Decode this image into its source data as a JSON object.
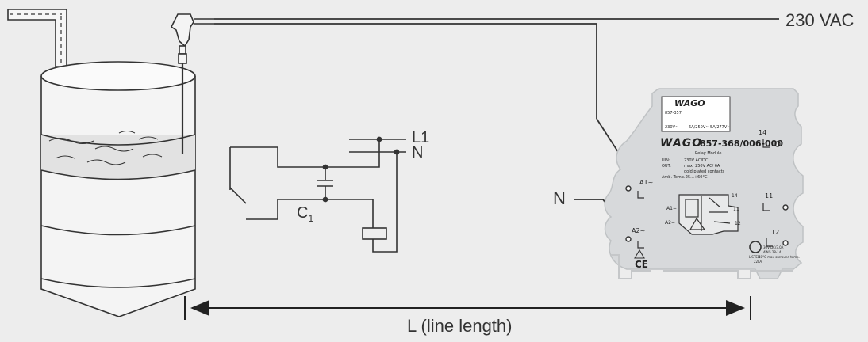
{
  "labels": {
    "supply": "230 VAC",
    "line_length": "L (line length)",
    "n_left": "N",
    "l1": "L1",
    "n_circuit": "N",
    "c1_main": "C",
    "c1_sub": "1"
  },
  "module": {
    "brand": "WAGO",
    "part_number": "857-368/006-000",
    "title": "Relay Module",
    "spec_uin_label": "UIN:",
    "spec_uin_value": "230V AC/DC",
    "spec_out_label": "OUT:",
    "spec_out_value": "max. 250V AC/ 6A",
    "spec_contacts": "gold plated contacts",
    "spec_temp_label": "Amb. Temp.:",
    "spec_temp_value": "-25...+60°C",
    "label_top": "857-357",
    "label_rating_left": "230V~",
    "label_rating_right": "6A/250V~  5A/277V~",
    "terminal_a1_top": "A1~",
    "terminal_a2": "A2~",
    "terminal_14": "14",
    "terminal_11": "11",
    "terminal_12": "12",
    "inner_a1": "A1−",
    "inner_a2": "A2−",
    "inner_14": "14",
    "inner_11": "11",
    "inner_12": "12",
    "ce": "CE",
    "cert_line1": "30V DC/3.0A",
    "cert_line2": "AWG 28-14",
    "cert_line3": "60°C max surround temp.",
    "cert_line4": "22LA",
    "listed": "LISTED"
  }
}
